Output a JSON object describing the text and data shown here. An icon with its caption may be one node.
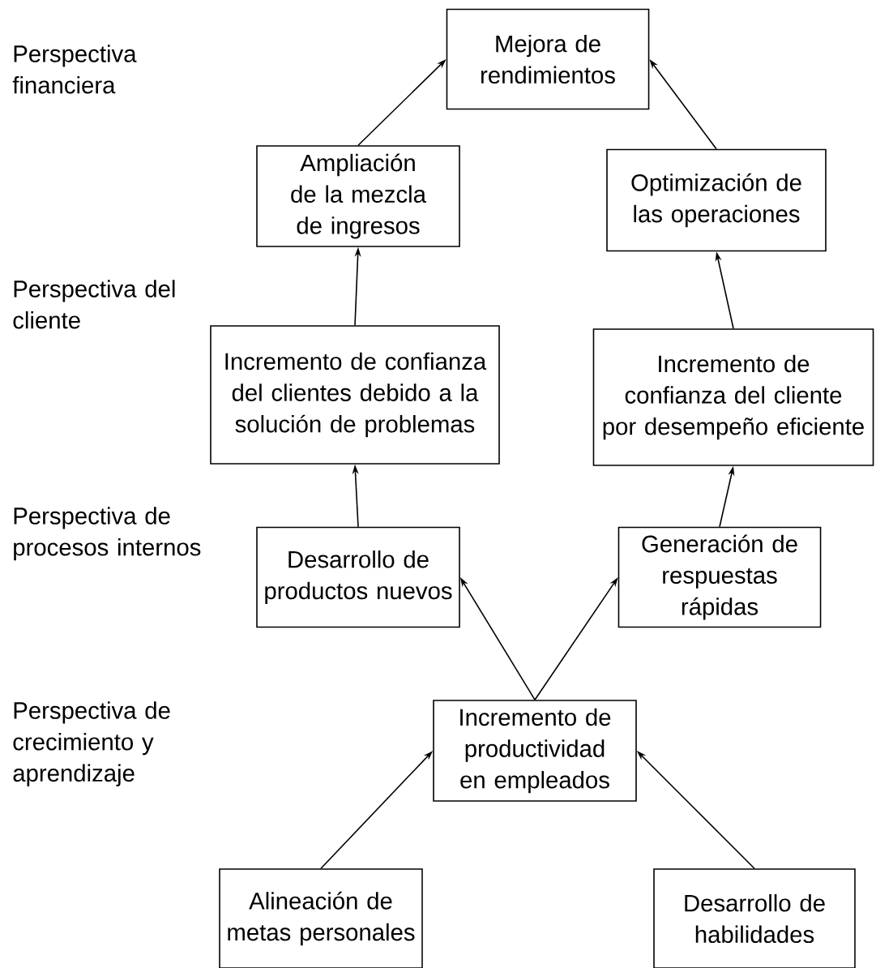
{
  "diagram": {
    "nodes": [
      {
        "text": [
          "Mejora de rendimientos"
        ]
      },
      {
        "text": [
          "Ampliación de la mezcla de ingresos"
        ]
      },
      {
        "text": [
          "Optimización de las operaciones"
        ]
      },
      {
        "text": [
          "Incremento de confianza del clientes debido a la solución de problemas"
        ]
      },
      {
        "text": [
          "Incremento de confianza del cliente por desempeño eficiente"
        ]
      },
      {
        "text": [
          "Desarrollo de productos nuevos"
        ]
      },
      {
        "text": [
          "Generación de respuestas rápidas"
        ]
      },
      {
        "text": [
          "Incremento de productividad en empleados"
        ]
      },
      {
        "text": [
          "Alineación de metas personales"
        ]
      },
      {
        "text": [
          "Desarrollo de habilidades"
        ]
      }
    ],
    "edges": [
      {
        "from": 1,
        "to": 0,
        "arrow": "to"
      },
      {
        "from": 2,
        "to": 0,
        "arrow": "to"
      },
      {
        "from": 3,
        "to": 1,
        "arrow": "to"
      },
      {
        "from": 4,
        "to": 2,
        "arrow": "to"
      },
      {
        "from": 5,
        "to": 3,
        "arrow": "to"
      },
      {
        "from": 6,
        "to": 4,
        "arrow": "to"
      },
      {
        "from": 7,
        "to": 5,
        "arrow": "to"
      },
      {
        "from": 7,
        "to": 6,
        "arrow": "to"
      },
      {
        "from": 8,
        "to": 7,
        "arrow": "to"
      },
      {
        "from": 9,
        "to": 7,
        "arrow": "to"
      }
    ],
    "labels": [
      "Perspectiva financiera",
      "Perspectiva del cliente",
      "Perspectiva de procesos internos",
      "Perspectiva de crecimiento y aprendizaje"
    ]
  }
}
